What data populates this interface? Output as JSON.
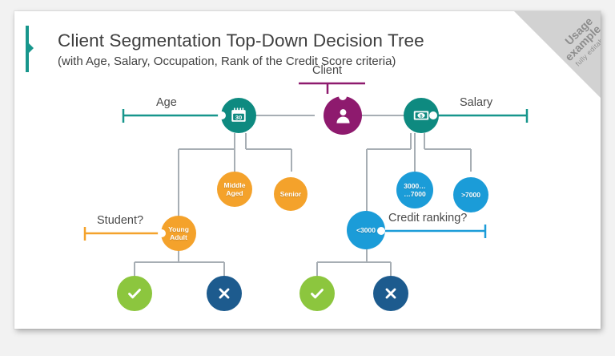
{
  "slide": {
    "title": "Client Segmentation Top-Down Decision Tree",
    "subtitle": "(with Age, Salary, Occupation, Rank of the Credit Score criteria)"
  },
  "corner_badge": {
    "line1": "Usage",
    "line2": "example",
    "line3": "fully editable"
  },
  "colors": {
    "teal": "#0E8A80",
    "purple": "#8E1A6E",
    "orange": "#F4A22B",
    "blue": "#1B9CD8",
    "green": "#8CC63E",
    "navy": "#1D5B8E",
    "wire": "#A7AEB4",
    "accent": "#17968C"
  },
  "diagram": {
    "type": "decision-tree",
    "root": {
      "label": "Client",
      "icon": "person-icon",
      "color": "#8E1A6E"
    },
    "criteria": [
      {
        "label": "Age",
        "icon": "calendar-30-icon",
        "color": "#0E8A80"
      },
      {
        "label": "Salary",
        "icon": "banknote-dollar-icon",
        "color": "#0E8A80"
      },
      {
        "label": "Student?",
        "icon": "",
        "color": "#F4A22B"
      },
      {
        "label": "Credit ranking?",
        "icon": "",
        "color": "#1B9CD8"
      }
    ],
    "nodes": [
      {
        "id": "age",
        "label": "",
        "icon": "calendar-30-icon",
        "color": "#0E8A80",
        "level": 1
      },
      {
        "id": "client",
        "label": "",
        "icon": "person-icon",
        "color": "#8E1A6E",
        "level": 1
      },
      {
        "id": "salary",
        "label": "",
        "icon": "banknote-dollar-icon",
        "color": "#0E8A80",
        "level": 1
      },
      {
        "id": "middleaged",
        "label": "Middle Aged",
        "icon": "",
        "color": "#F4A22B",
        "level": 2
      },
      {
        "id": "senior",
        "label": "Senior",
        "icon": "",
        "color": "#F4A22B",
        "level": 2
      },
      {
        "id": "mid-salary",
        "label": "3000… …7000",
        "icon": "",
        "color": "#1B9CD8",
        "level": 2
      },
      {
        "id": "high-salary",
        "label": ">7000",
        "icon": "",
        "color": "#1B9CD8",
        "level": 2
      },
      {
        "id": "youngadult",
        "label": "Young Adult",
        "icon": "",
        "color": "#F4A22B",
        "level": 3
      },
      {
        "id": "low-salary",
        "label": "<3000",
        "icon": "",
        "color": "#1B9CD8",
        "level": 3
      },
      {
        "id": "yes-left",
        "label": "",
        "icon": "check-icon",
        "color": "#8CC63E",
        "level": 4
      },
      {
        "id": "no-left",
        "label": "",
        "icon": "cross-icon",
        "color": "#1D5B8E",
        "level": 4
      },
      {
        "id": "yes-right",
        "label": "",
        "icon": "check-icon",
        "color": "#8CC63E",
        "level": 4
      },
      {
        "id": "no-right",
        "label": "",
        "icon": "cross-icon",
        "color": "#1D5B8E",
        "level": 4
      }
    ],
    "node_labels": {
      "middleaged_l1": "Middle",
      "middleaged_l2": "Aged",
      "senior": "Senior",
      "mid_salary_l1": "3000…",
      "mid_salary_l2": "…7000",
      "high_salary": ">7000",
      "youngadult_l1": "Young",
      "youngadult_l2": "Adult",
      "low_salary": "<3000"
    },
    "branch_labels": {
      "age": "Age",
      "client": "Client",
      "salary": "Salary",
      "student": "Student?",
      "credit": "Credit ranking?"
    }
  }
}
